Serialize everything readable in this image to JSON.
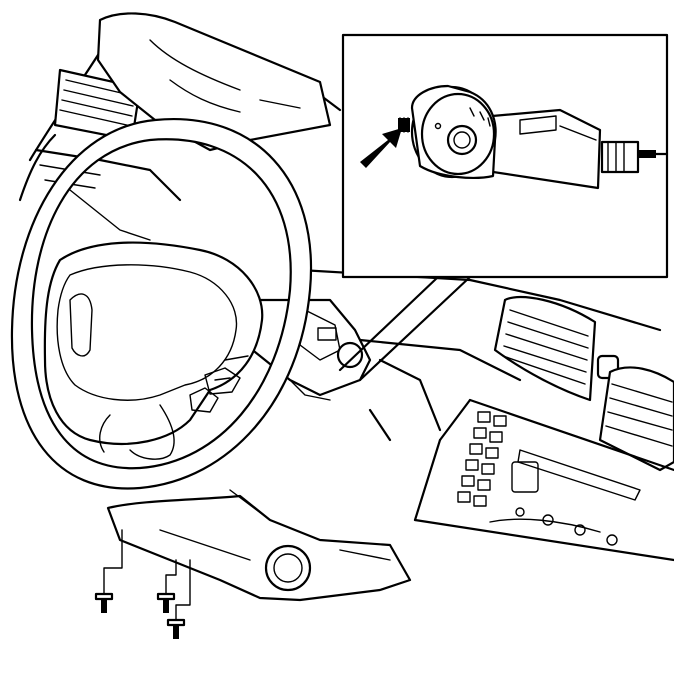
{
  "figure": {
    "kind": "service-illustration",
    "colors": {
      "line": "#000000",
      "background": "#ffffff"
    },
    "parts": {
      "inset_callout": "ignition-switch-detail",
      "pointer": "arrow-icon",
      "fasteners": 3
    }
  }
}
